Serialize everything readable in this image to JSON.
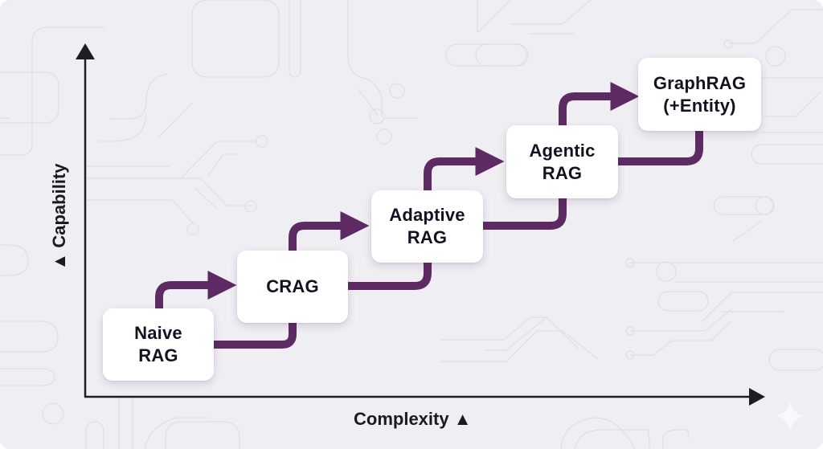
{
  "diagram": {
    "type": "staircase-progression",
    "y_axis": {
      "label": "Capability",
      "marker": "▲"
    },
    "x_axis": {
      "label": "Complexity",
      "marker": "▲"
    },
    "stages": [
      {
        "label": "Naive\nRAG",
        "order": 1
      },
      {
        "label": "CRAG",
        "order": 2
      },
      {
        "label": "Adaptive\nRAG",
        "order": 3
      },
      {
        "label": "Agentic\nRAG",
        "order": 4
      },
      {
        "label": "GraphRAG\n(+Entity)",
        "order": 5
      }
    ],
    "colors": {
      "connector": "#5e2a64",
      "axis": "#1f1c26",
      "node_bg": "#ffffff",
      "background": "#efeef3"
    }
  },
  "y_label_text": "▲ Capability",
  "x_label_text": "Complexity ▲"
}
